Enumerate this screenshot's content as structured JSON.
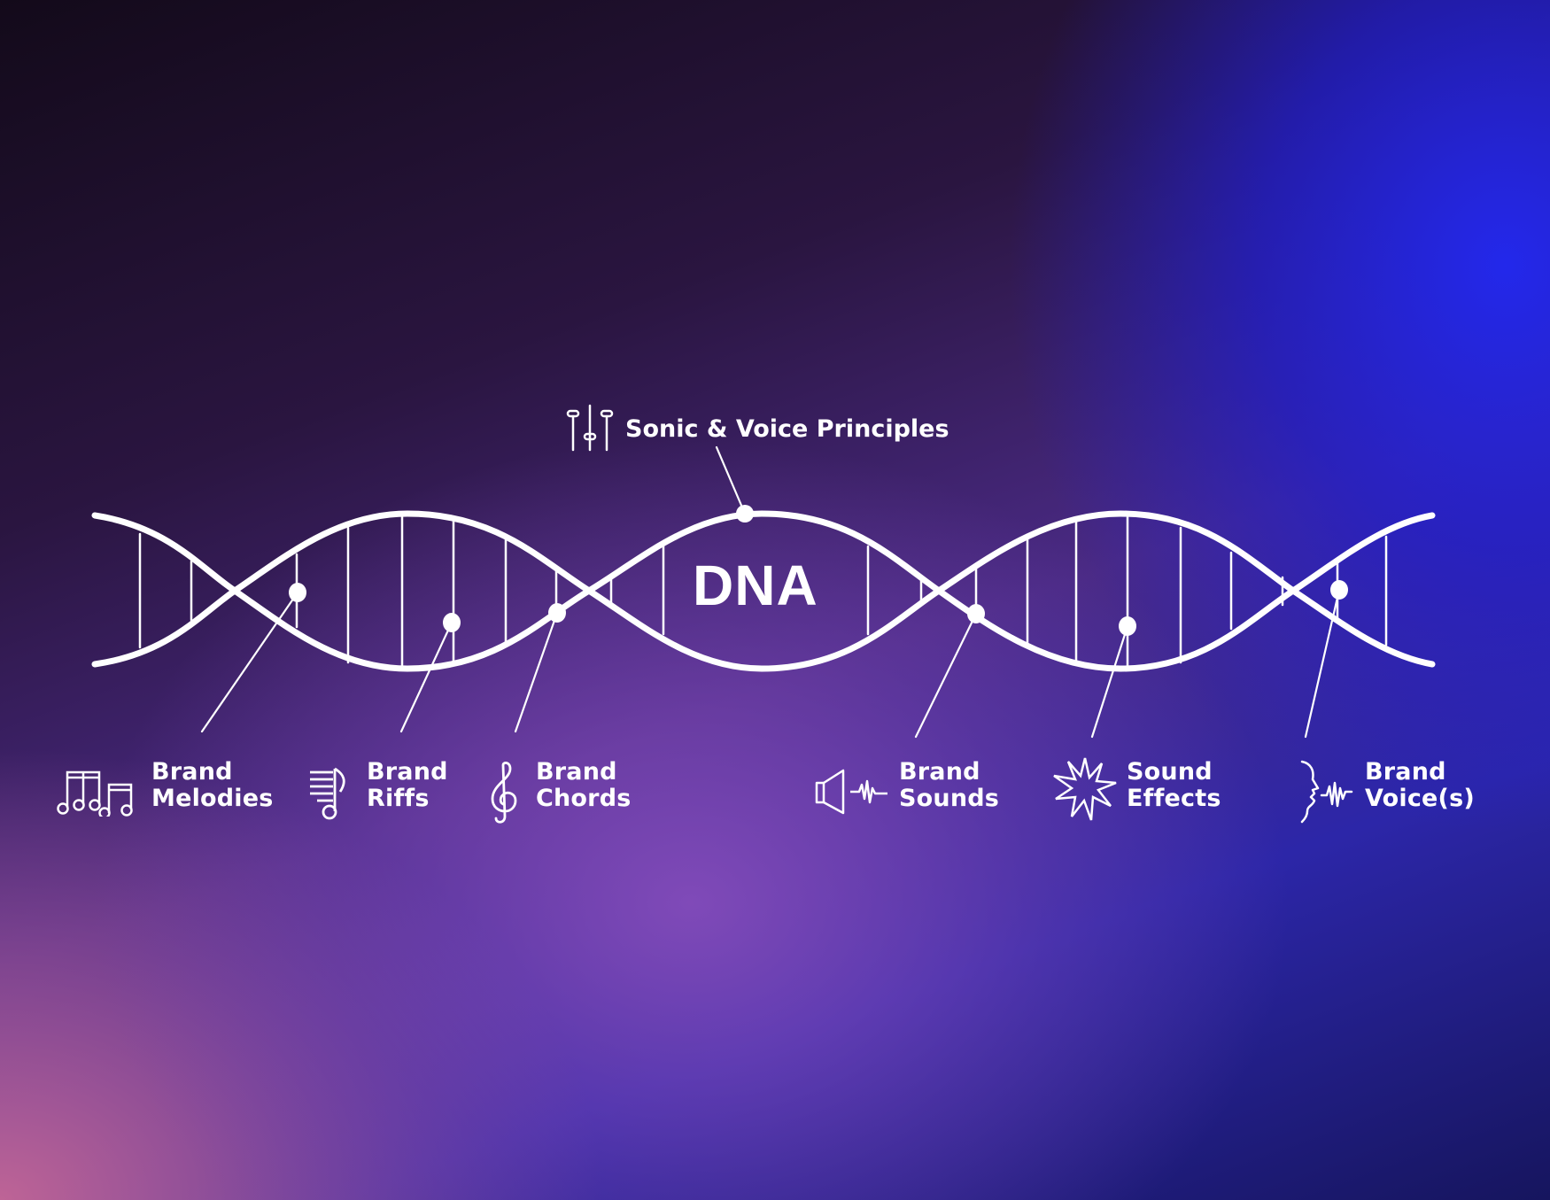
{
  "diagram": {
    "center_label": "DNA",
    "top_principle": {
      "label": "Sonic & Voice Principles",
      "icon": "sliders-icon"
    },
    "elements": [
      {
        "line1": "Brand",
        "line2": "Melodies",
        "icon": "music-notes-icon"
      },
      {
        "line1": "Brand",
        "line2": "Riffs",
        "icon": "note-with-staff-icon"
      },
      {
        "line1": "Brand",
        "line2": "Chords",
        "icon": "treble-clef-icon"
      },
      {
        "line1": "Brand",
        "line2": "Sounds",
        "icon": "speaker-waveform-icon"
      },
      {
        "line1": "Sound",
        "line2": "Effects",
        "icon": "burst-icon"
      },
      {
        "line1": "Brand",
        "line2": "Voice(s)",
        "icon": "head-voice-icon"
      }
    ]
  },
  "colors": {
    "foreground": "#ffffff",
    "bg_top_left": "#140a1a",
    "bg_top_right": "#2233e6",
    "bg_bottom_left": "#b86a9a",
    "bg_bottom_right": "#16155e",
    "bg_center": "#6a45b5"
  }
}
